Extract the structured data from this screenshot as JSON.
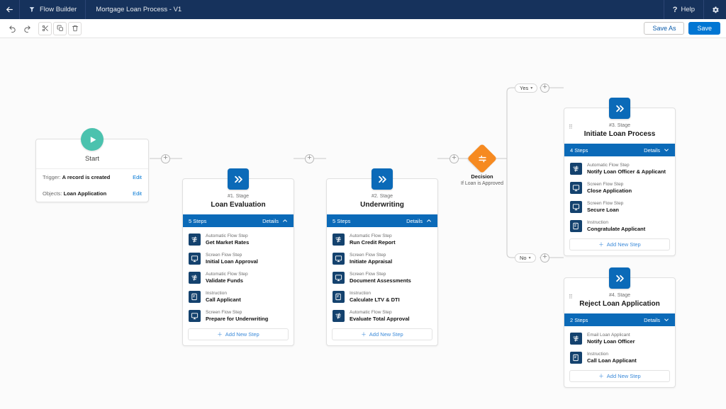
{
  "header": {
    "back_icon": "arrow-left-icon",
    "app_icon": "flow-builder-icon",
    "app_name": "Flow Builder",
    "doc_title": "Mortgage Loan Process - V1",
    "help_label": "Help",
    "help_icon": "question-mark-icon",
    "settings_icon": "gear-icon"
  },
  "toolbar": {
    "undo_icon": "undo-icon",
    "redo_icon": "redo-icon",
    "cut_icon": "cut-icon",
    "copy_icon": "copy-icon",
    "delete_icon": "trash-icon",
    "save_as_label": "Save As",
    "save_label": "Save"
  },
  "colors": {
    "header_bg": "#16325c",
    "brand_blue": "#0176d3",
    "stage_blue": "#0b6ab8",
    "step_icon_navy": "#14426e",
    "start_teal": "#4bc2ae",
    "decision_orange": "#f68a21",
    "canvas_bg": "#fbfbfb",
    "link_blue": "#3b8ad9"
  },
  "canvas": {
    "start": {
      "icon": "play-icon",
      "title": "Start",
      "rows": [
        {
          "label": "Trigger:",
          "value": "A record is created",
          "action": "Edit"
        },
        {
          "label": "Objects:",
          "value": "Loan Application",
          "action": "Edit"
        }
      ]
    },
    "stages": [
      {
        "badge_icon": "double-chevron-right-icon",
        "number": "#1. Stage",
        "name": "Loan Evaluation",
        "steps_count_label": "5 Steps",
        "details_label": "Details",
        "details_chevron": "chevron-up-icon",
        "expanded": true,
        "drag_handle_icon": "drag-handle-icon",
        "steps": [
          {
            "type": "Automatic Flow Step",
            "name": "Get Market Rates",
            "icon": "automatic-flow-icon"
          },
          {
            "type": "Screen Flow Step",
            "name": "Initial Loan Approval",
            "icon": "screen-flow-icon"
          },
          {
            "type": "Automatic Flow Step",
            "name": "Validate Funds",
            "icon": "automatic-flow-icon"
          },
          {
            "type": "Instruction",
            "name": "Call Applicant",
            "icon": "instruction-icon"
          },
          {
            "type": "Screen Flow Step",
            "name": "Prepare for Underwriting",
            "icon": "screen-flow-icon"
          }
        ],
        "add_step_label": "Add New Step"
      },
      {
        "badge_icon": "double-chevron-right-icon",
        "number": "#2. Stage",
        "name": "Underwriting",
        "steps_count_label": "5 Steps",
        "details_label": "Details",
        "details_chevron": "chevron-up-icon",
        "expanded": true,
        "drag_handle_icon": "drag-handle-icon",
        "steps": [
          {
            "type": "Automatic Flow Step",
            "name": "Run Credit Report",
            "icon": "automatic-flow-icon"
          },
          {
            "type": "Screen Flow Step",
            "name": "Initiate Appraisal",
            "icon": "screen-flow-icon"
          },
          {
            "type": "Screen Flow Step",
            "name": "Document Assessments",
            "icon": "screen-flow-icon"
          },
          {
            "type": "Instruction",
            "name": "Calculate LTV & DTI",
            "icon": "instruction-icon"
          },
          {
            "type": "Automatic Flow Step",
            "name": "Evaluate Total Approval",
            "icon": "automatic-flow-icon"
          }
        ],
        "add_step_label": "Add New Step"
      },
      {
        "badge_icon": "double-chevron-right-icon",
        "number": "#3. Stage",
        "name": "Initiate Loan Process",
        "steps_count_label": "4 Steps",
        "details_label": "Details",
        "details_chevron": "chevron-down-icon",
        "expanded": true,
        "drag_handle_icon": "drag-handle-icon",
        "steps": [
          {
            "type": "Automatic Flow Step",
            "name": "Notify Loan Officer & Applicant",
            "icon": "automatic-flow-icon"
          },
          {
            "type": "Screen Flow Step",
            "name": "Close Application",
            "icon": "screen-flow-icon"
          },
          {
            "type": "Screen Flow Step",
            "name": "Secure Loan",
            "icon": "screen-flow-icon"
          },
          {
            "type": "Instruction",
            "name": "Congratulate Applicant",
            "icon": "instruction-icon"
          }
        ],
        "add_step_label": "Add New Step"
      },
      {
        "badge_icon": "double-chevron-right-icon",
        "number": "#4. Stage",
        "name": "Reject Loan Application",
        "steps_count_label": "2 Steps",
        "details_label": "Details",
        "details_chevron": "chevron-down-icon",
        "expanded": true,
        "drag_handle_icon": "drag-handle-icon",
        "steps": [
          {
            "type": "Email Loan Applicant",
            "name": "Notify Loan Officer",
            "icon": "automatic-flow-icon"
          },
          {
            "type": "Instruction",
            "name": "Call Loan Applicant",
            "icon": "instruction-icon"
          }
        ],
        "add_step_label": "Add New Step"
      }
    ],
    "decision": {
      "icon": "decision-icon",
      "title": "Decision",
      "subtitle": "If Loan is Approved"
    },
    "branches": [
      {
        "label": "Yes",
        "chevron": "chevron-down-icon"
      },
      {
        "label": "No",
        "chevron": "chevron-down-icon"
      }
    ],
    "add_connector_label": "+"
  }
}
